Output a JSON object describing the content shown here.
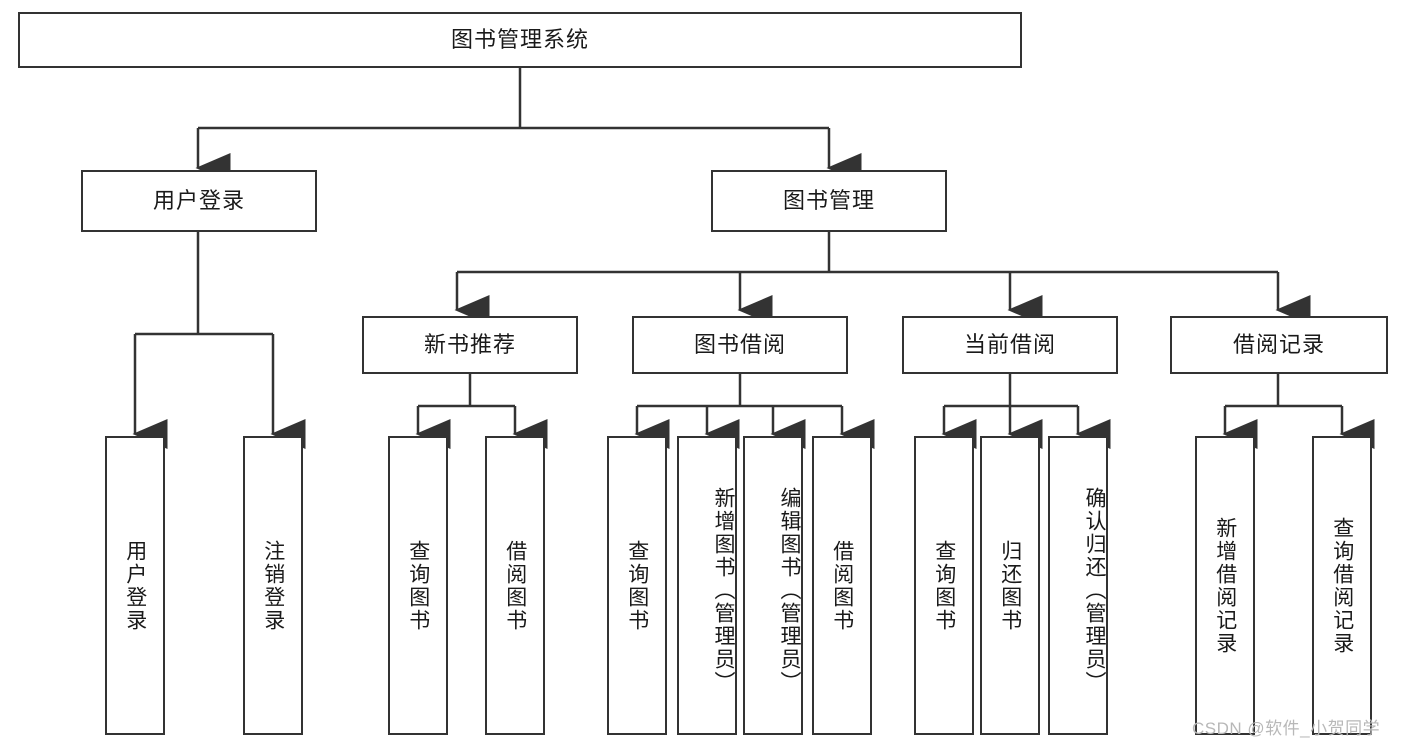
{
  "diagram": {
    "title_node": {
      "label": "图书管理系统"
    },
    "level2": [
      {
        "id": "user-login",
        "label": "用户登录"
      },
      {
        "id": "book-management",
        "label": "图书管理"
      }
    ],
    "level3": [
      {
        "id": "new-book-recommend",
        "label": "新书推荐"
      },
      {
        "id": "book-borrow",
        "label": "图书借阅"
      },
      {
        "id": "current-borrow",
        "label": "当前借阅"
      },
      {
        "id": "borrow-record",
        "label": "借阅记录"
      }
    ],
    "leaves": [
      {
        "id": "leaf-user-login",
        "label": "用户登录",
        "parent": "user-login"
      },
      {
        "id": "leaf-logout",
        "label": "注销登录",
        "parent": "user-login"
      },
      {
        "id": "leaf-query-book-1",
        "label": "查询图书",
        "parent": "new-book-recommend"
      },
      {
        "id": "leaf-borrow-book-1",
        "label": "借阅图书",
        "parent": "new-book-recommend"
      },
      {
        "id": "leaf-query-book-2",
        "label": "查询图书",
        "parent": "book-borrow"
      },
      {
        "id": "leaf-add-book",
        "label": "新增图书（管理员）",
        "parent": "book-borrow"
      },
      {
        "id": "leaf-edit-book",
        "label": "编辑图书（管理员）",
        "parent": "book-borrow"
      },
      {
        "id": "leaf-borrow-book-2",
        "label": "借阅图书",
        "parent": "book-borrow"
      },
      {
        "id": "leaf-query-book-3",
        "label": "查询图书",
        "parent": "current-borrow"
      },
      {
        "id": "leaf-return-book",
        "label": "归还图书",
        "parent": "current-borrow"
      },
      {
        "id": "leaf-confirm-return",
        "label": "确认归还（管理员）",
        "parent": "current-borrow"
      },
      {
        "id": "leaf-add-record",
        "label": "新增借阅记录",
        "parent": "borrow-record"
      },
      {
        "id": "leaf-query-record",
        "label": "查询借阅记录",
        "parent": "borrow-record"
      }
    ],
    "watermark": "CSDN @软件_小贺同学",
    "colors": {
      "border": "#333333",
      "background": "#ffffff",
      "text": "#1a1a1a",
      "link": "#333333",
      "watermark": "#b8b8b8"
    }
  }
}
